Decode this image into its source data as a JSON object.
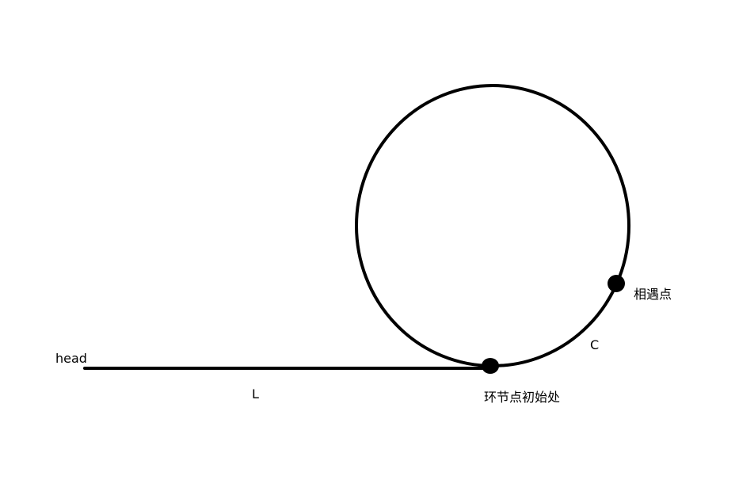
{
  "labels": {
    "head": "head",
    "list_length": "L",
    "cycle_length": "C",
    "meeting_point": "相遇点",
    "cycle_start": "环节点初始处"
  },
  "colors": {
    "background": "#ffffff",
    "stroke": "#000000"
  }
}
